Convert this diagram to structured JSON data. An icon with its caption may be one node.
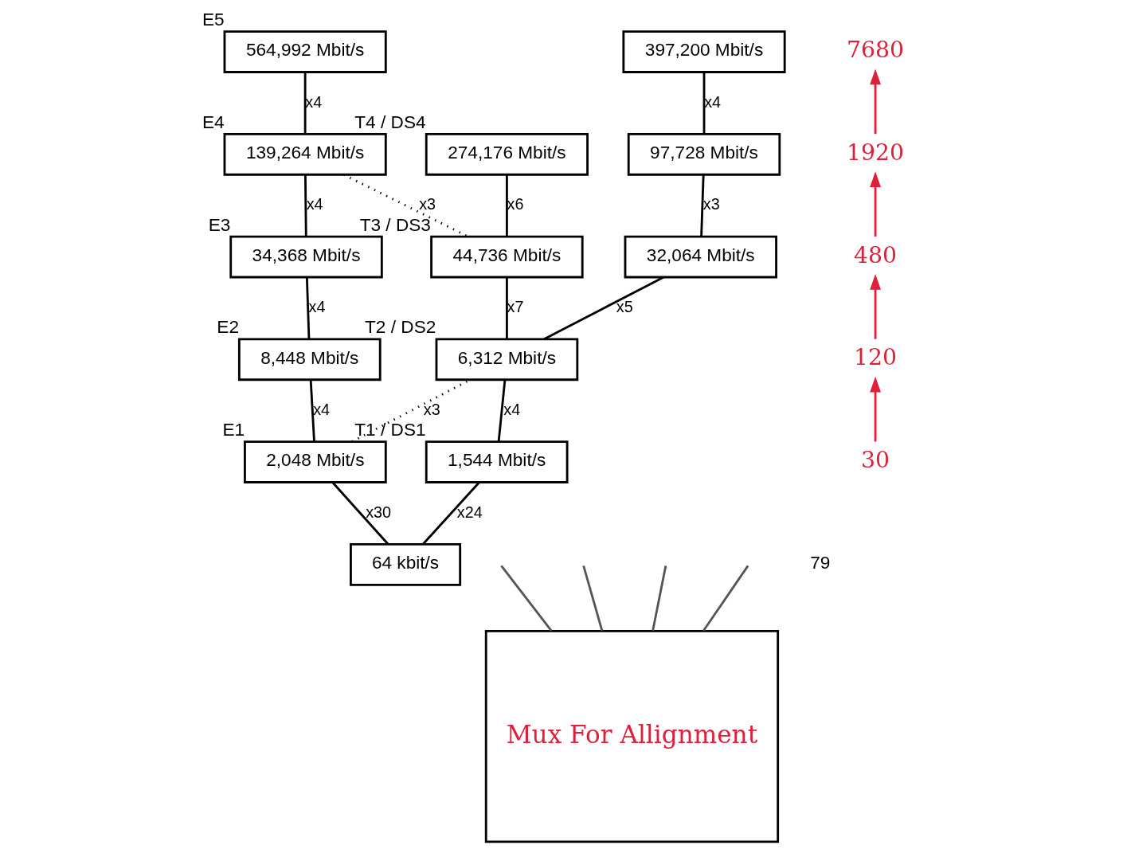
{
  "diagram": {
    "nodes": [
      {
        "text": [
          "564,992 Mbit/s"
        ],
        "beside": [
          "E5"
        ]
      },
      {
        "text": [
          "139,264 Mbit/s"
        ],
        "beside": [
          "E4"
        ]
      },
      {
        "text": [
          "34,368 Mbit/s"
        ],
        "beside": [
          "E3"
        ]
      },
      {
        "text": [
          "8,448 Mbit/s"
        ],
        "beside": [
          "E2"
        ]
      },
      {
        "text": [
          "2,048 Mbit/s"
        ],
        "beside": [
          "E1"
        ]
      },
      {
        "text": [
          "274,176 Mbit/s"
        ],
        "beside": [
          "T4 / DS4"
        ]
      },
      {
        "text": [
          "44,736 Mbit/s"
        ],
        "beside": [
          "T3 / DS3"
        ]
      },
      {
        "text": [
          "397,200 Mbit/s"
        ]
      },
      {
        "text": [
          "97,728 Mbit/s"
        ]
      },
      {
        "text": [
          "32,064 Mbit/s"
        ]
      },
      {
        "text": [
          "6,312 Mbit/s"
        ],
        "beside": [
          "T2 / DS2"
        ]
      },
      {
        "text": [
          "1,544 Mbit/s"
        ],
        "beside": [
          "T1 / DS1"
        ]
      },
      {
        "text": [
          "64 kbit/s"
        ]
      },
      {
        "text": [
          "Mux For Allignment"
        ]
      },
      {
        "text": [
          "7680"
        ]
      },
      {
        "text": [
          "1920"
        ]
      },
      {
        "text": [
          "480"
        ]
      },
      {
        "text": [
          "120"
        ]
      },
      {
        "text": [
          "30"
        ]
      }
    ],
    "edges": [
      {
        "from": 0,
        "to": 1,
        "arrow": "none",
        "label": "x4"
      },
      {
        "from": 1,
        "to": 2,
        "arrow": "none",
        "label": "x4"
      },
      {
        "from": 2,
        "to": 3,
        "arrow": "none",
        "label": "x4"
      },
      {
        "from": 3,
        "to": 4,
        "arrow": "none",
        "label": "x4"
      },
      {
        "from": 1,
        "to": 6,
        "arrow": "none",
        "label": "x3",
        "style": "dashed"
      },
      {
        "from": 5,
        "to": 6,
        "arrow": "none",
        "label": "x6"
      },
      {
        "from": 7,
        "to": 8,
        "arrow": "none",
        "label": "x4"
      },
      {
        "from": 8,
        "to": 9,
        "arrow": "none",
        "label": "x3"
      },
      {
        "from": 6,
        "to": 10,
        "arrow": "none",
        "label": "x7"
      },
      {
        "from": 9,
        "to": 10,
        "arrow": "none",
        "label": "x5"
      },
      {
        "from": 4,
        "to": 10,
        "arrow": "none",
        "label": "x3",
        "style": "dashed"
      },
      {
        "from": 10,
        "to": 11,
        "arrow": "none",
        "label": "x4"
      },
      {
        "from": 4,
        "to": 12,
        "arrow": "none",
        "label": "x30"
      },
      {
        "from": 11,
        "to": 12,
        "arrow": "none",
        "label": "x24"
      },
      {
        "from": 18,
        "to": 17,
        "arrow": "to",
        "color": "#e0203a"
      },
      {
        "from": 17,
        "to": 16,
        "arrow": "to",
        "color": "#e0203a"
      },
      {
        "from": 16,
        "to": 15,
        "arrow": "to",
        "color": "#e0203a"
      },
      {
        "from": 15,
        "to": 14,
        "arrow": "to",
        "color": "#e0203a"
      },
      {
        "from": null,
        "to": 13,
        "arrow": "none",
        "color": "#555555"
      },
      {
        "from": null,
        "to": 13,
        "arrow": "none",
        "color": "#555555"
      },
      {
        "from": null,
        "to": 13,
        "arrow": "none",
        "color": "#555555"
      },
      {
        "from": null,
        "to": 13,
        "arrow": "none",
        "color": "#555555"
      }
    ],
    "labels": [
      "79"
    ]
  }
}
